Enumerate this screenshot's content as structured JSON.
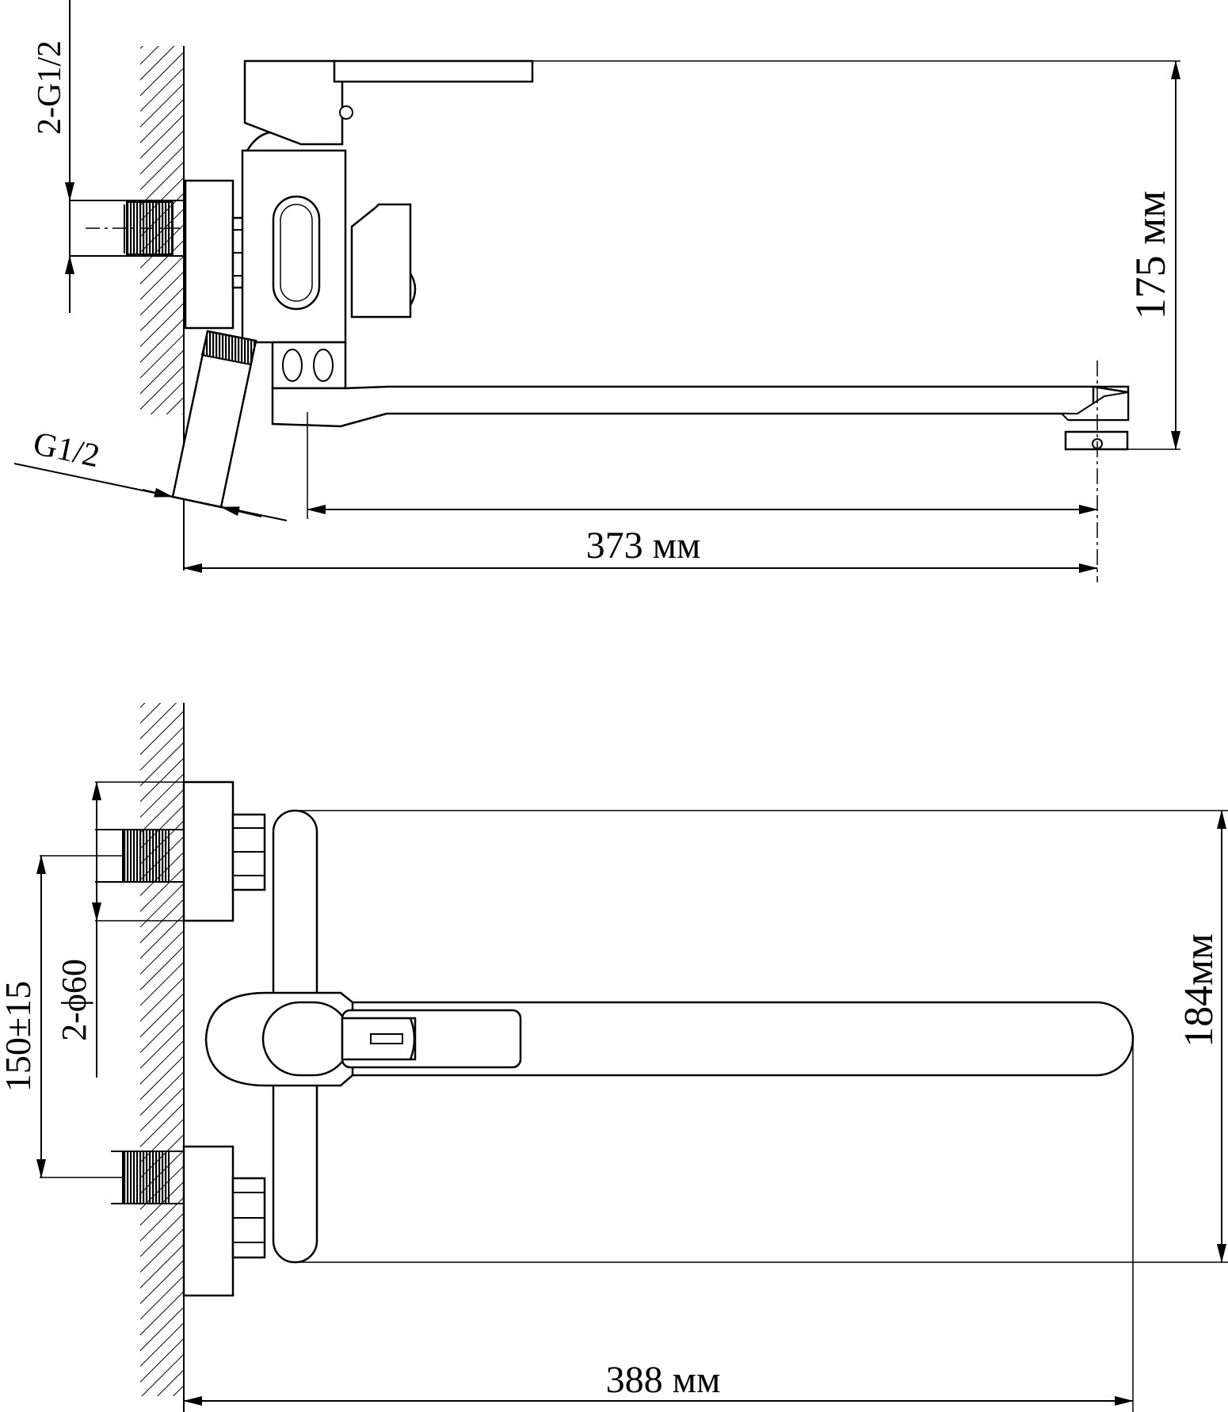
{
  "side_view": {
    "inlet_label": "2-G1/2",
    "outlet_label": "G1/2",
    "height_label": "175 мм",
    "spout_reach_label": "373 мм"
  },
  "top_view": {
    "spacing_label": "150±15",
    "diameter_label": "2-ϕ60",
    "width_label": "184мм",
    "overall_length_label": "388 мм"
  }
}
